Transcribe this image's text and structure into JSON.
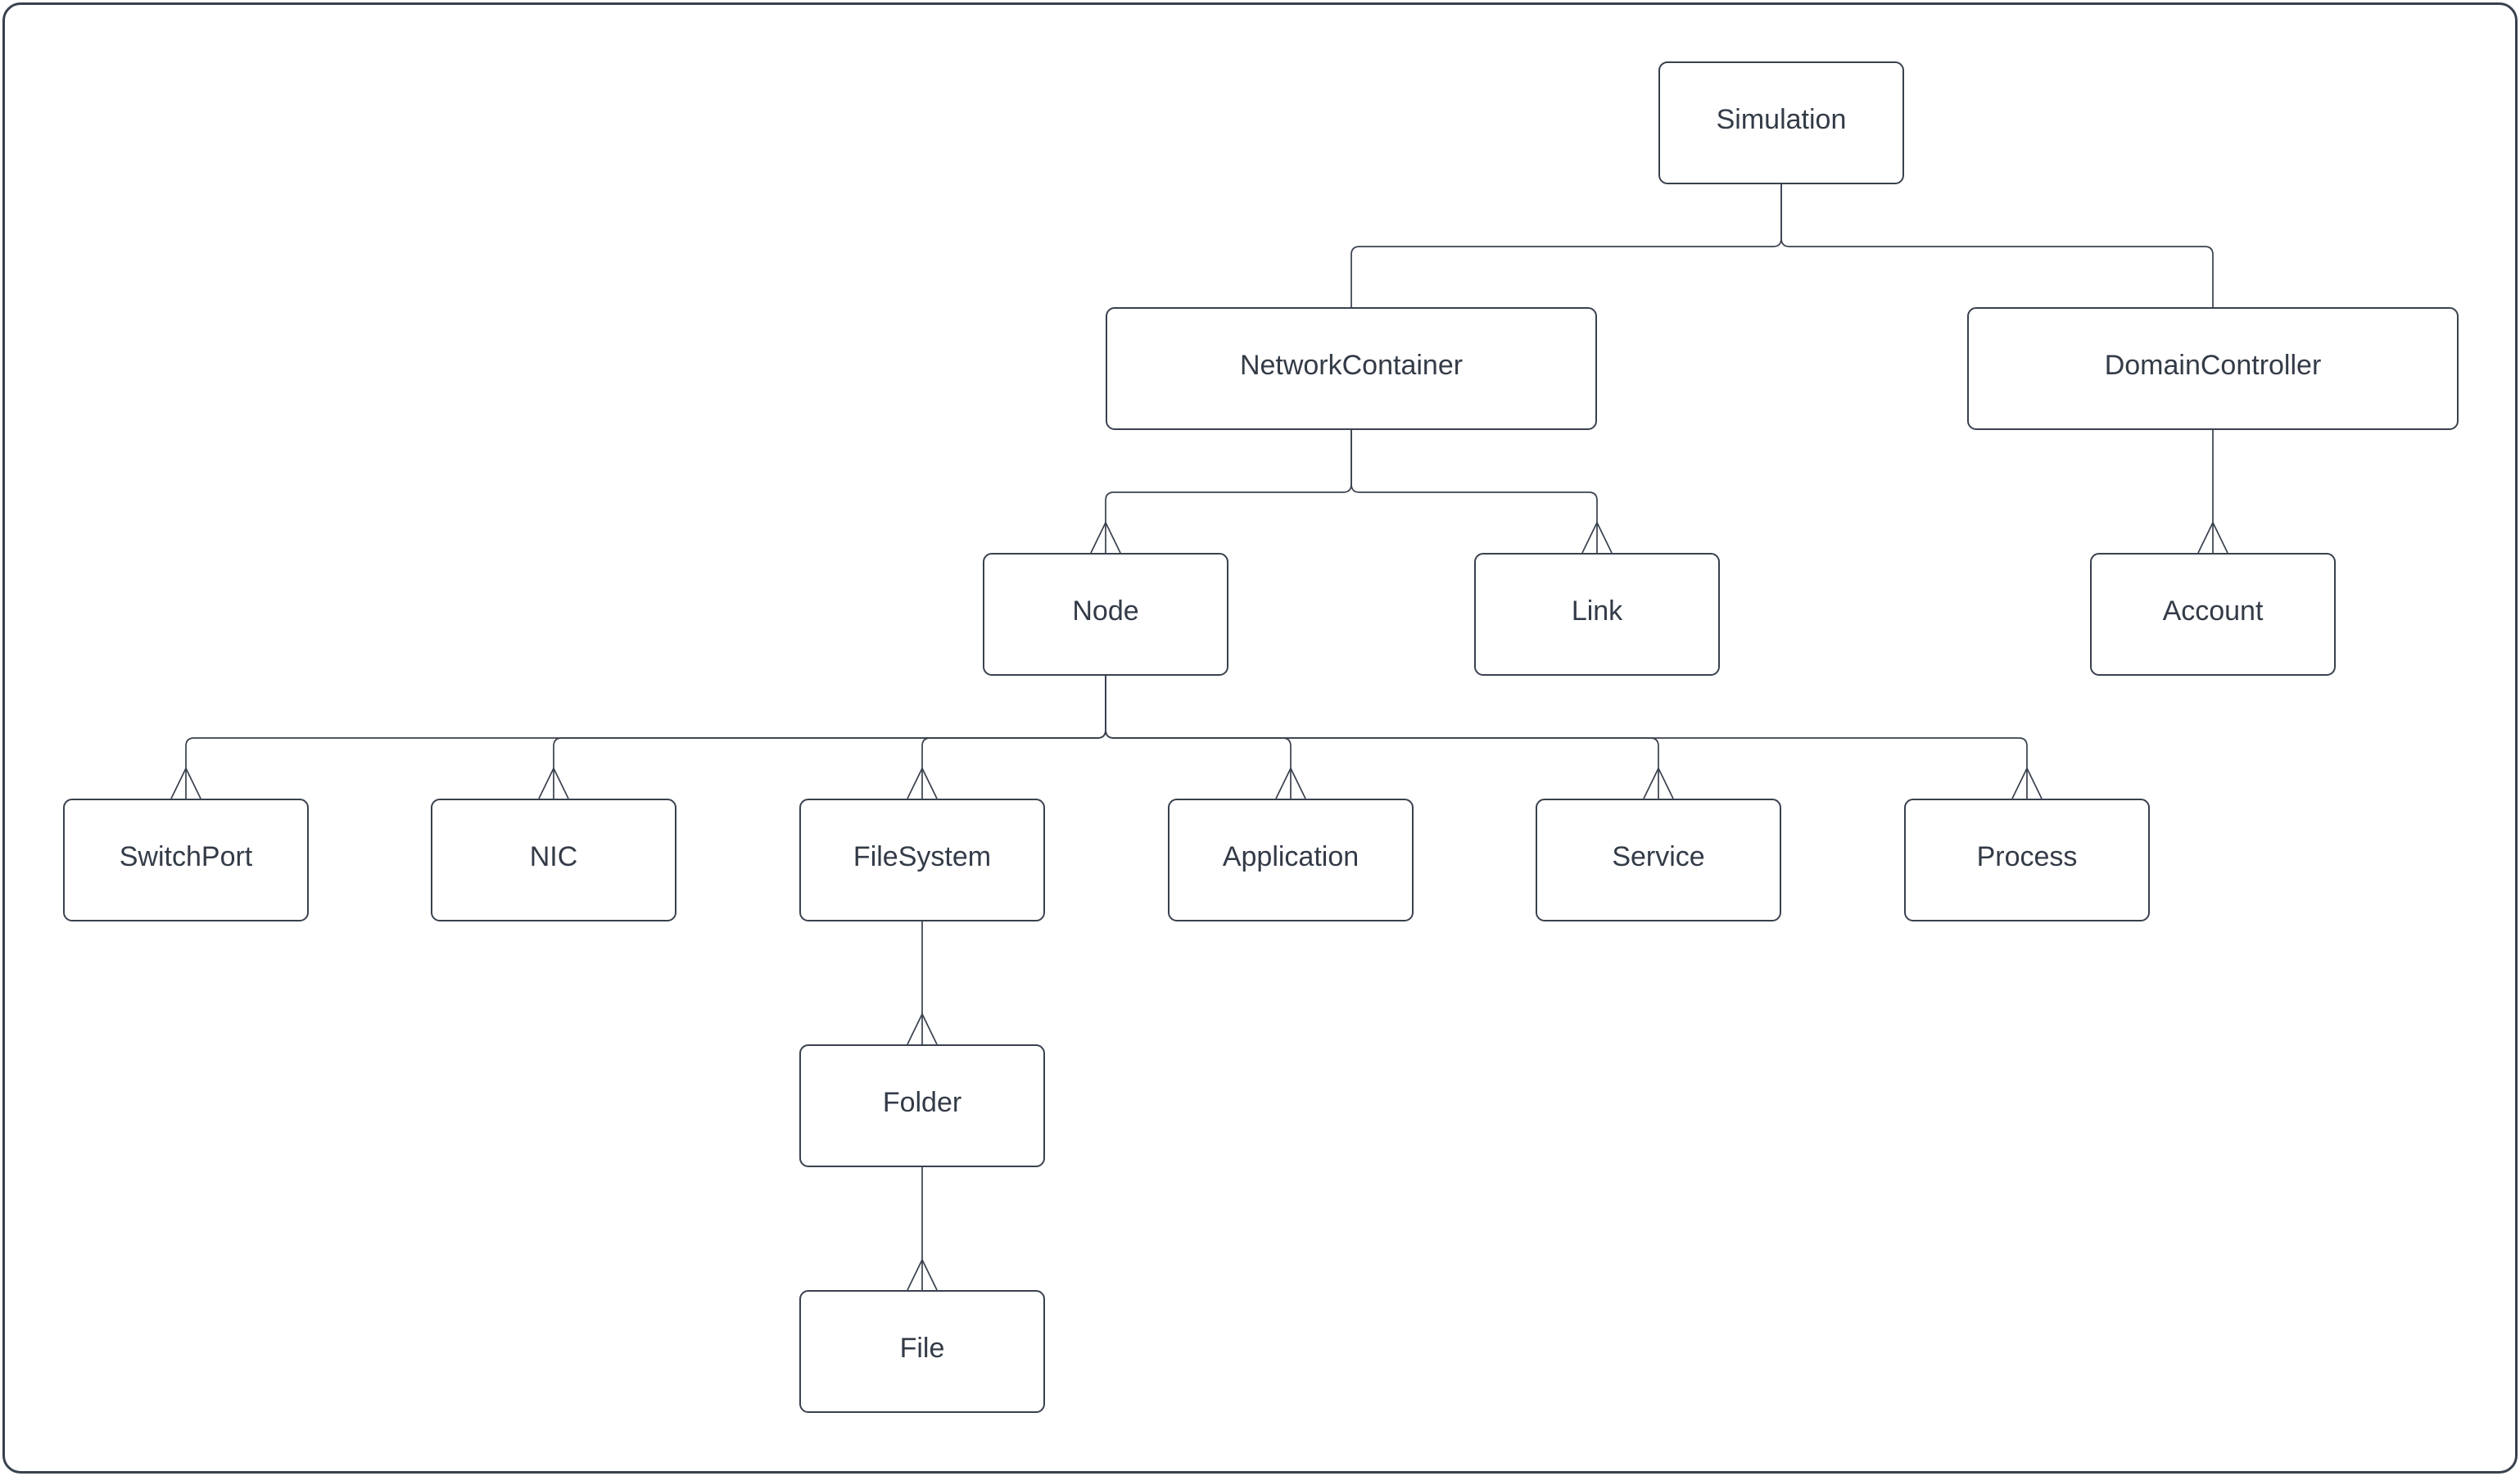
{
  "diagram": {
    "kind": "hierarchy-tree",
    "background": "#ffffff",
    "stroke_color": "#39414e",
    "text_color": "#333b47",
    "nodes": [
      {
        "id": "simulation",
        "label": "Simulation"
      },
      {
        "id": "network-container",
        "label": "NetworkContainer"
      },
      {
        "id": "domain-controller",
        "label": "DomainController"
      },
      {
        "id": "node",
        "label": "Node"
      },
      {
        "id": "link",
        "label": "Link"
      },
      {
        "id": "account",
        "label": "Account"
      },
      {
        "id": "switchport",
        "label": "SwitchPort"
      },
      {
        "id": "nic",
        "label": "NIC"
      },
      {
        "id": "filesystem",
        "label": "FileSystem"
      },
      {
        "id": "application",
        "label": "Application"
      },
      {
        "id": "service",
        "label": "Service"
      },
      {
        "id": "process",
        "label": "Process"
      },
      {
        "id": "folder",
        "label": "Folder"
      },
      {
        "id": "file",
        "label": "File"
      }
    ],
    "edges": [
      {
        "from": "simulation",
        "to": "network-container",
        "arrowhead": false
      },
      {
        "from": "simulation",
        "to": "domain-controller",
        "arrowhead": false
      },
      {
        "from": "network-container",
        "to": "node",
        "arrowhead": true
      },
      {
        "from": "network-container",
        "to": "link",
        "arrowhead": true
      },
      {
        "from": "domain-controller",
        "to": "account",
        "arrowhead": true
      },
      {
        "from": "node",
        "to": "switchport",
        "arrowhead": true
      },
      {
        "from": "node",
        "to": "nic",
        "arrowhead": true
      },
      {
        "from": "node",
        "to": "filesystem",
        "arrowhead": true
      },
      {
        "from": "node",
        "to": "application",
        "arrowhead": true
      },
      {
        "from": "node",
        "to": "service",
        "arrowhead": true
      },
      {
        "from": "node",
        "to": "process",
        "arrowhead": true
      },
      {
        "from": "filesystem",
        "to": "folder",
        "arrowhead": true
      },
      {
        "from": "folder",
        "to": "file",
        "arrowhead": true
      }
    ]
  }
}
